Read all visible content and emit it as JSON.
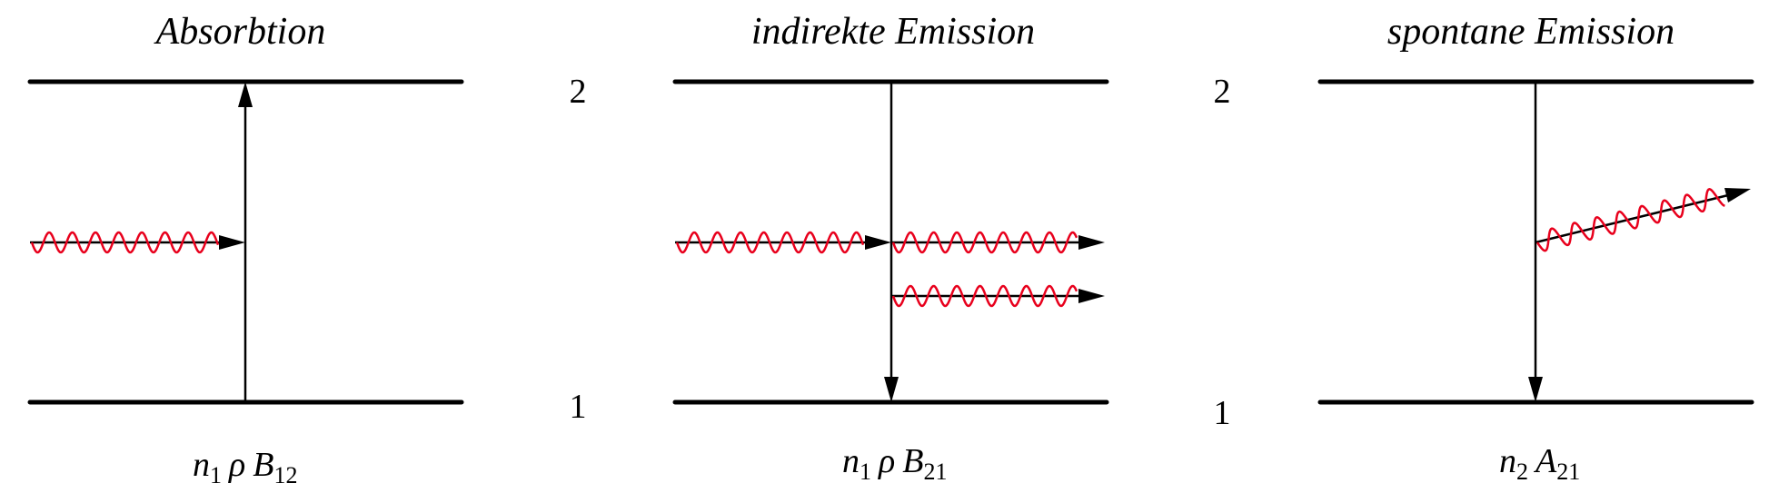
{
  "panels": [
    {
      "title": "Absorbtion",
      "rate": {
        "n": "n",
        "n_sub": "1",
        "rho": "ρ",
        "coef": "B",
        "coef_sub": "12"
      }
    },
    {
      "title": "indirekte Emission",
      "rate": {
        "n": "n",
        "n_sub": "1",
        "rho": "ρ",
        "coef": "B",
        "coef_sub": "21"
      }
    },
    {
      "title": "spontane Emission",
      "rate": {
        "n": "n",
        "n_sub": "2",
        "rho": "",
        "coef": "A",
        "coef_sub": "21"
      }
    }
  ],
  "level_labels": [
    {
      "upper": "2",
      "lower": "1"
    },
    {
      "upper": "2",
      "lower": "1"
    }
  ],
  "colors": {
    "photon": "#e8001c",
    "lines": "#000000"
  }
}
